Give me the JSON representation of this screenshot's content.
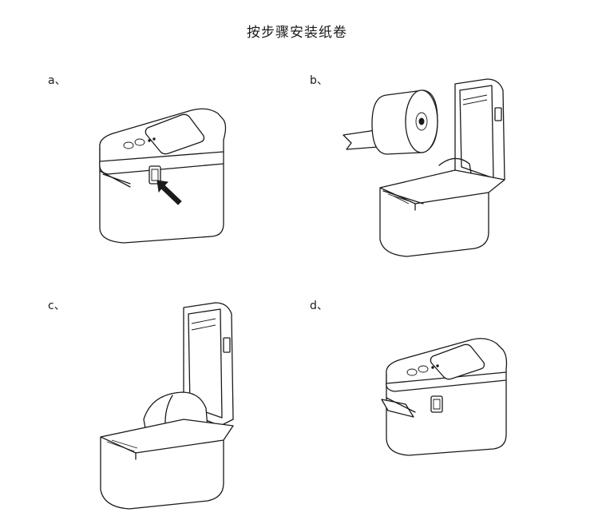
{
  "title": "按步骤安装纸卷",
  "steps": [
    {
      "label": "a、",
      "illustration": "printer-closed-press-button"
    },
    {
      "label": "b、",
      "illustration": "printer-open-with-paper-roll"
    },
    {
      "label": "c、",
      "illustration": "printer-open-roll-inserted"
    },
    {
      "label": "d、",
      "illustration": "printer-closed-paper-out"
    }
  ],
  "colors": {
    "line": "#1a1a1a",
    "background": "#ffffff"
  }
}
